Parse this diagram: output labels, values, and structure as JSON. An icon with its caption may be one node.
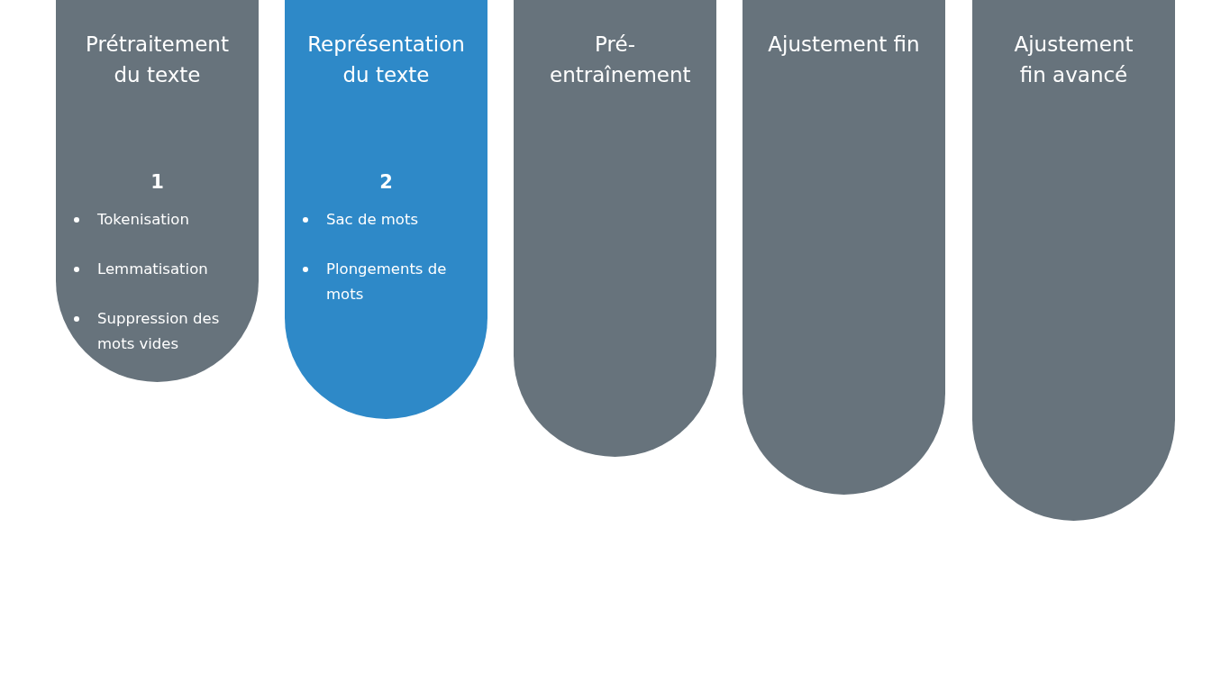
{
  "diagram": {
    "nodes": [
      {
        "text": [
          "Prétraitement du texte",
          "1",
          "Tokenisation",
          "Lemmatisation",
          "Suppression des mots vides"
        ]
      },
      {
        "text": [
          "Représentation du texte",
          "2",
          "Sac de mots",
          "Plongements de mots"
        ]
      },
      {
        "text": [
          "Pré-entraînement"
        ]
      },
      {
        "text": [
          "Ajustement fin"
        ]
      },
      {
        "text": [
          "Ajustement fin avancé"
        ]
      }
    ]
  }
}
